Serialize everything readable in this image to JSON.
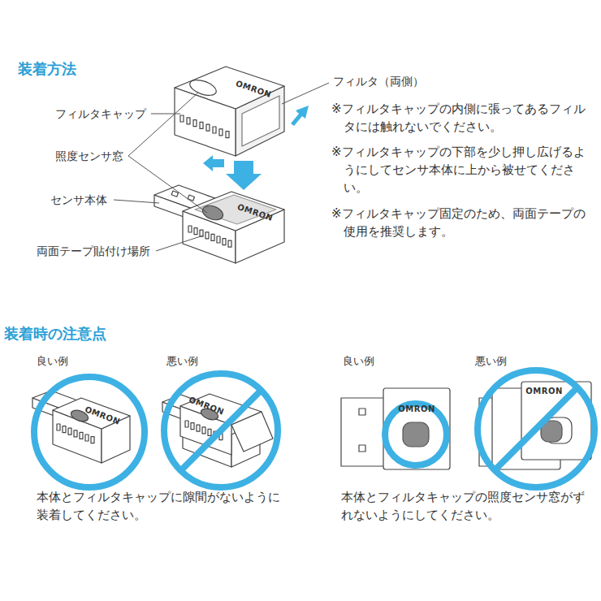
{
  "diagram": {
    "labels": [
      "装着方法",
      "フィルタキャップ",
      "照度センサ窓",
      "センサ本体",
      "両面テープ貼付け場所",
      "フィルタ（両側）",
      "※フィルタキャップの内側に張ってあるフィルタには触れないでください。",
      "※フィルタキャップの下部を少し押し広げるようにしてセンサ本体に上から被せてください。",
      "※フィルタキャップ固定のため、両面テープの使用を推奨します。",
      "OMRON",
      "OMRON",
      "装着時の注意点",
      "良い例",
      "悪い例",
      "良い例",
      "悪い例",
      "OMRON",
      "OMRON",
      "OMRON",
      "OMRON",
      "本体とフィルタキャップに隙間がないように装着してください。",
      "本体とフィルタキャップの照度センサ窓がずれないようにしてください。"
    ]
  }
}
